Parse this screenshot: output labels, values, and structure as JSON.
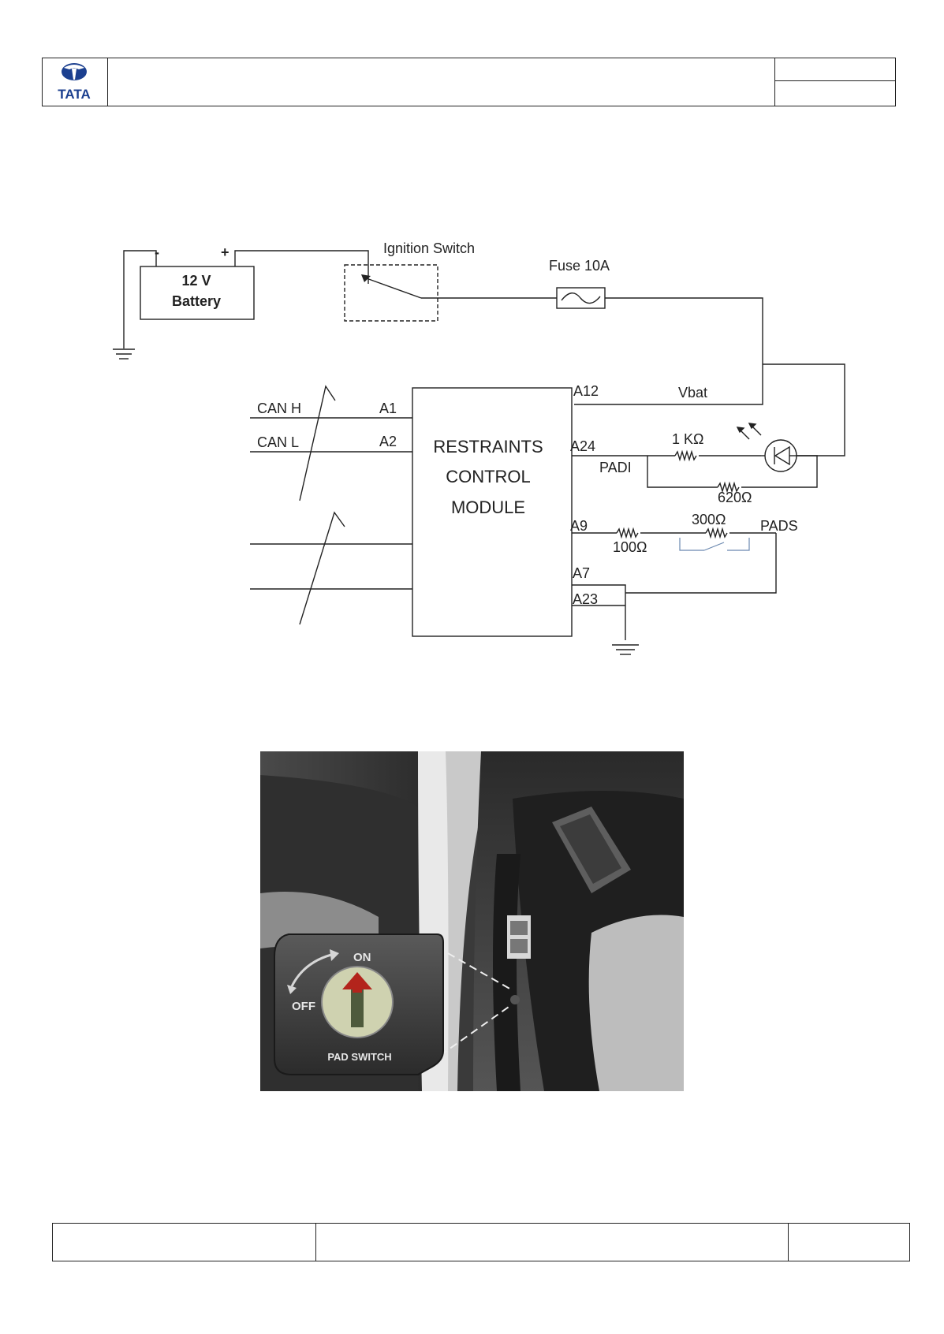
{
  "header": {
    "logo_text": "TATA",
    "title": "",
    "doc_ref_top": "",
    "doc_ref_bottom": ""
  },
  "diagram": {
    "battery_minus": "-",
    "battery_plus": "+",
    "battery_line1": "12 V",
    "battery_line2": "Battery",
    "ignition_switch": "Ignition Switch",
    "fuse": "Fuse 10A",
    "module_line1": "RESTRAINTS",
    "module_line2": "CONTROL",
    "module_line3": "MODULE",
    "can_h": "CAN H",
    "can_l": "CAN L",
    "pin_a1": "A1",
    "pin_a2": "A2",
    "pin_a12": "A12",
    "pin_a24": "A24",
    "pin_a9": "A9",
    "pin_a7": "A7",
    "pin_a23": "A23",
    "vbat": "Vbat",
    "padi": "PADI",
    "pads": "PADS",
    "r_1k": "1 KΩ",
    "r_620": "620Ω",
    "r_300": "300Ω",
    "r_100": "100Ω"
  },
  "photo": {
    "switch_on": "ON",
    "switch_off": "OFF",
    "switch_label": "PAD SWITCH"
  },
  "footer": {
    "left": "",
    "middle": "",
    "right": ""
  },
  "colors": {
    "tata_blue": "#1b3f8f",
    "arrow_red": "#b3241c",
    "switch_knob": "#cfd2b0"
  }
}
